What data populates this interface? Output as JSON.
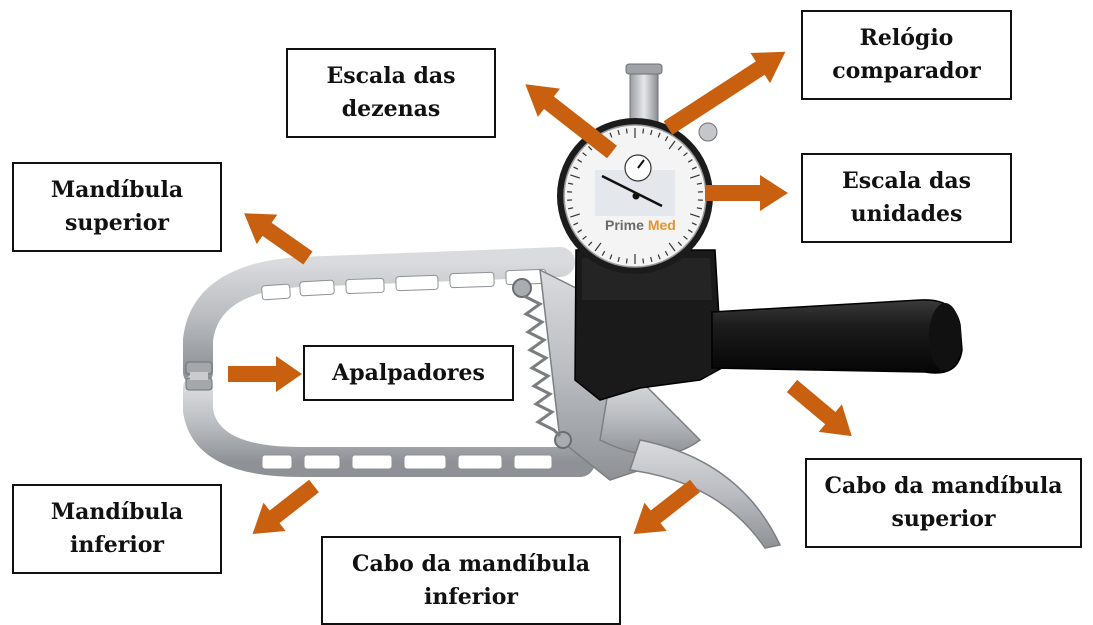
{
  "colors": {
    "arrow": "#c8600f",
    "box_border": "#111111",
    "box_text": "#111111",
    "metal": "#b9bcc0",
    "metal_dark": "#8e9195",
    "handle": "#1c1c1c",
    "dial_face": "#f4f4f4"
  },
  "dial": {
    "brand_prefix": "Prime ",
    "brand_accent": "Med",
    "brand_accent_color": "#e8922a"
  },
  "labels": {
    "escala_dezenas": "Escala das\ndezenas",
    "relogio_comparador": "Relógio\ncomparador",
    "mandibula_superior": "Mandíbula\nsuperior",
    "escala_unidades": "Escala das\nunidades",
    "apalpadores": "Apalpadores",
    "mandibula_inferior": "Mandíbula\ninferior",
    "cabo_mandibula_superior": "Cabo da mandíbula\nsuperior",
    "cabo_mandibula_inferior": "Cabo da mandíbula\ninferior"
  }
}
